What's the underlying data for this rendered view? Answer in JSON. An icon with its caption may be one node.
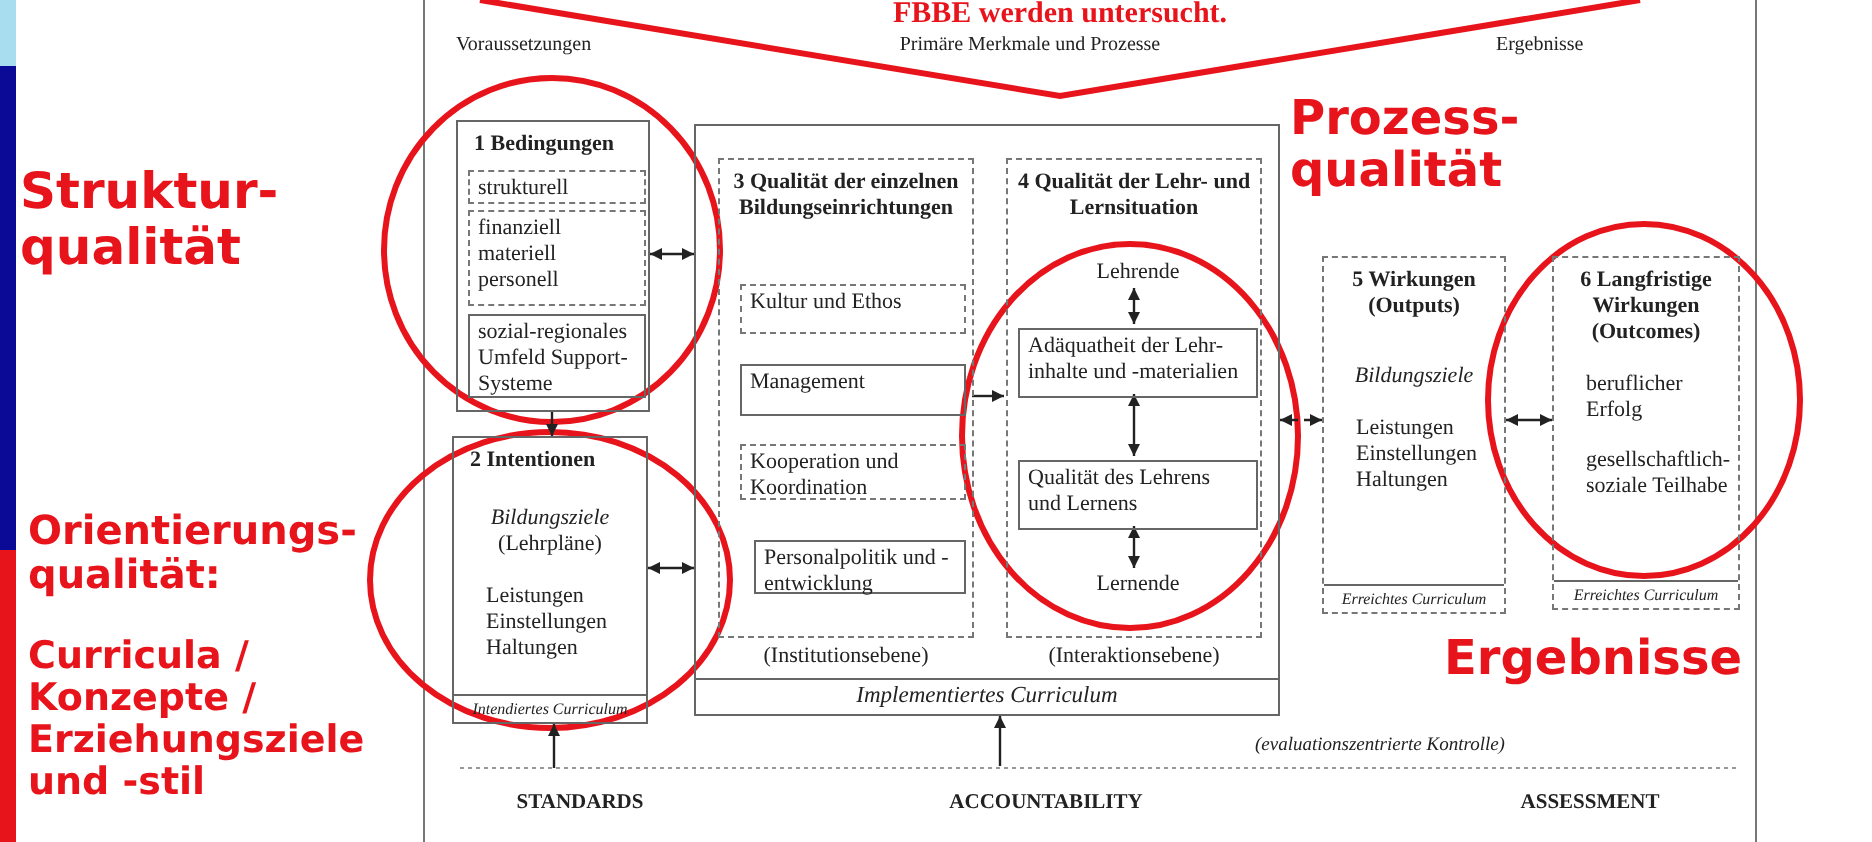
{
  "diagram": {
    "nodes": [
      {
        "text": [
          "1 Bedingungen"
        ]
      },
      {
        "text": [
          "strukturell"
        ],
        "in": 0
      },
      {
        "text": [
          "finanziell materiell personell"
        ],
        "in": 0
      },
      {
        "text": [
          "sozial-regionales Umfeld Support-Systeme"
        ],
        "in": 0
      },
      {
        "text": [
          "2 Intentionen",
          "*Bildungsziele* (Lehrpläne)",
          "Leistungen Einstellungen Haltungen",
          "Intendiertes Curriculum"
        ]
      },
      {
        "text": [
          "Implementiertes Curriculum"
        ]
      },
      {
        "text": [
          "3 Qualität der einzelnen Bildungseinrichtungen"
        ],
        "in": 5,
        "beside": [
          "(Institutionsebene)"
        ]
      },
      {
        "text": [
          "Kultur und Ethos"
        ],
        "in": 6
      },
      {
        "text": [
          "Management"
        ],
        "in": 6
      },
      {
        "text": [
          "Kooperation und Koordination"
        ],
        "in": 6
      },
      {
        "text": [
          "Personalpolitik und -entwicklung"
        ],
        "in": 6
      },
      {
        "text": [
          "4 Qualität der Lehr- und Lernsituation"
        ],
        "in": 5,
        "beside": [
          "(Interaktionsebene)"
        ]
      },
      {
        "text": [
          "Lehrende"
        ],
        "in": 11
      },
      {
        "text": [
          "Adäquatheit der Lehr-inhalte und -materialien"
        ],
        "in": 11
      },
      {
        "text": [
          "Qualität des Lehrens und Lernens"
        ],
        "in": 11
      },
      {
        "text": [
          "Lernende"
        ],
        "in": 11
      },
      {
        "text": [
          "5 Wirkungen (Outputs)",
          "Bildungsziele",
          "Leistungen Einstellungen Haltungen",
          "Erreichtes Curriculum"
        ]
      },
      {
        "text": [
          "6 Langfristige Wirkungen (Outcomes)",
          "beruflicher Erfolg",
          "gesellschaftlich-soziale Teilhabe",
          "Erreichtes Curriculum"
        ]
      }
    ],
    "edges": [
      {
        "from": 0,
        "to": 4,
        "arrow": "to"
      },
      {
        "from": 0,
        "to": 5,
        "arrow": "both"
      },
      {
        "from": 4,
        "to": 5,
        "arrow": "both"
      },
      {
        "from": 6,
        "to": 11,
        "arrow": "to"
      },
      {
        "from": 12,
        "to": 13,
        "arrow": "both"
      },
      {
        "from": 13,
        "to": 14,
        "arrow": "both"
      },
      {
        "from": 14,
        "to": 15,
        "arrow": "both"
      },
      {
        "from": 5,
        "to": 16,
        "arrow": "both",
        "style": "dashed"
      },
      {
        "from": 16,
        "to": 17,
        "arrow": "both"
      },
      {
        "from": null,
        "to": 4,
        "arrow": "to"
      },
      {
        "from": null,
        "to": 5,
        "arrow": "to"
      }
    ],
    "labels": [
      "FBBE werden untersucht.",
      "Voraussetzungen",
      "Primäre Merkmale und Prozesse",
      "Ergebnisse",
      "Struktur-qualität",
      "Prozess-qualität",
      "Orientierungs-qualität:",
      "Curricula / Konzepte / Erziehungsziele und -stil",
      "Ergebnisse",
      "(evaluationszentrierte Kontrolle)",
      "STANDARDS",
      "ACCOUNTABILITY",
      "ASSESSMENT"
    ]
  }
}
